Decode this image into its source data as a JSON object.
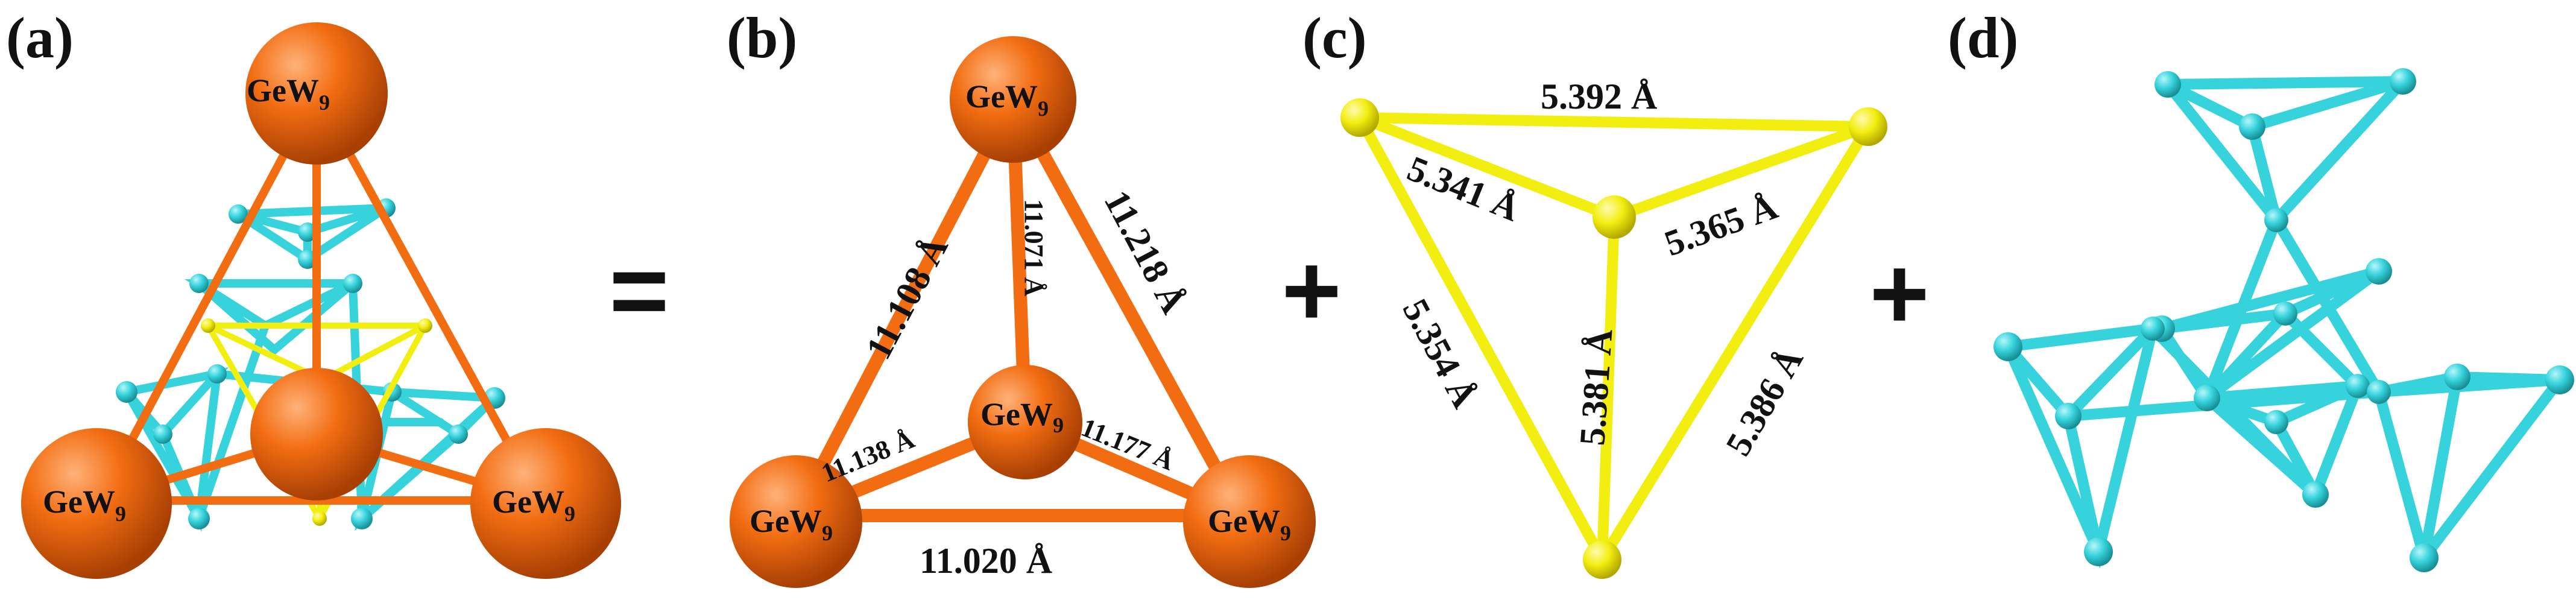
{
  "panels": {
    "a": {
      "label": "(a)"
    },
    "b": {
      "label": "(b)"
    },
    "c": {
      "label": "(c)"
    },
    "d": {
      "label": "(d)"
    }
  },
  "operators": {
    "equals": "=",
    "plus1": "+",
    "plus2": "+"
  },
  "cluster": {
    "base": "GeW",
    "subscript": "9"
  },
  "panel_b_distances": {
    "left": "11.108 Å",
    "center_vertical": "11.071 Å",
    "right": "11.218 Å",
    "lower_left": "11.138 Å",
    "lower_right": "11.177 Å",
    "bottom": "11.020 Å"
  },
  "panel_c_distances": {
    "top": "5.392 Å",
    "upper_left": "5.341 Å",
    "upper_right": "5.365 Å",
    "left": "5.354 Å",
    "center": "5.381 Å",
    "right": "5.386 Å"
  },
  "colors": {
    "orange": "#f26d12",
    "orange_dark": "#c64f05",
    "yellow": "#f2ee10",
    "cyan": "#36d3dc"
  }
}
